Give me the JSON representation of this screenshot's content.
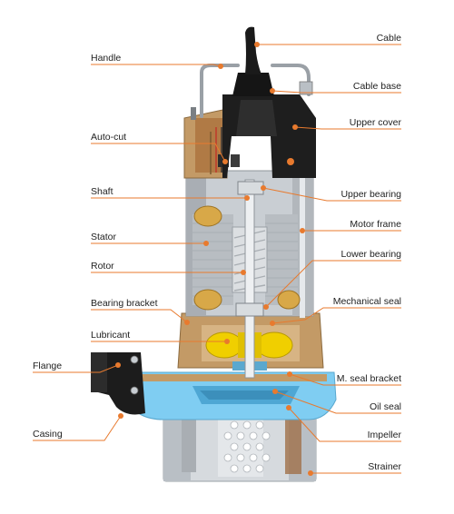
{
  "colors": {
    "leader": "#e87a2e",
    "dot": "#e87a2e",
    "bronze": "#c39a66",
    "bronze_dark": "#8b6a3f",
    "black": "#1b1b1b",
    "steel": "#c8cdd2",
    "water": "#6ec4ee",
    "yellow": "#e8c400",
    "copper": "#a0703a",
    "text": "#222222"
  },
  "labels_left": [
    {
      "id": "handle",
      "text": "Handle"
    },
    {
      "id": "auto-cut",
      "text": "Auto-cut"
    },
    {
      "id": "shaft",
      "text": "Shaft"
    },
    {
      "id": "stator",
      "text": "Stator"
    },
    {
      "id": "rotor",
      "text": "Rotor"
    },
    {
      "id": "bearing-bracket",
      "text": "Bearing bracket"
    },
    {
      "id": "lubricant",
      "text": "Lubricant"
    },
    {
      "id": "flange",
      "text": "Flange"
    },
    {
      "id": "casing",
      "text": "Casing"
    }
  ],
  "labels_right": [
    {
      "id": "cable",
      "text": "Cable"
    },
    {
      "id": "cable-base",
      "text": "Cable base"
    },
    {
      "id": "upper-cover",
      "text": "Upper cover"
    },
    {
      "id": "upper-bearing",
      "text": "Upper bearing"
    },
    {
      "id": "motor-frame",
      "text": "Motor frame"
    },
    {
      "id": "lower-bearing",
      "text": "Lower bearing"
    },
    {
      "id": "mechanical-seal",
      "text": "Mechanical seal"
    },
    {
      "id": "m-seal-bracket",
      "text": "M. seal bracket"
    },
    {
      "id": "oil-seal",
      "text": "Oil seal"
    },
    {
      "id": "impeller",
      "text": "Impeller"
    },
    {
      "id": "strainer",
      "text": "Strainer"
    }
  ]
}
